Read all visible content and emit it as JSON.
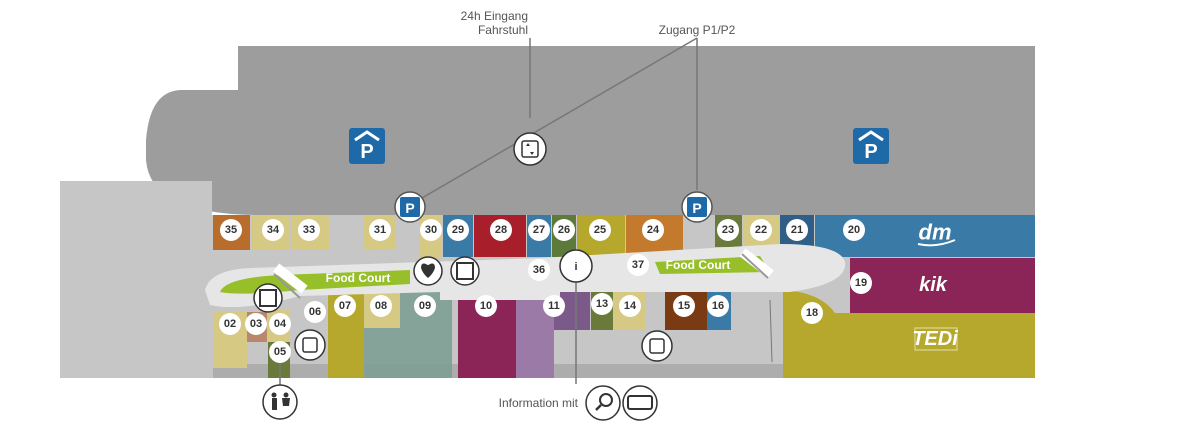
{
  "labels": {
    "entrance_line1": "24h Eingang",
    "entrance_line2": "Fahrstuhl",
    "access": "Zugang P1/P2",
    "information": "Information mit",
    "food_court_left": "Food Court",
    "food_court_right": "Food Court",
    "parking": "P",
    "info_symbol": "i"
  },
  "brands": {
    "dm": "dm",
    "kik": "kik",
    "tedi": "TEDi"
  },
  "colors": {
    "parking_area": "#9d9d9d",
    "mall_floor": "#c6c6c6",
    "walkway": "#e6e6e6",
    "parking_blue": "#1e6aa8",
    "food_court_green": "#97bf29",
    "dm_blue": "#3a7aa6",
    "kik_magenta": "#8b2457",
    "tedi_olive": "#b6a82c"
  },
  "shops": {
    "s02": "02",
    "s03": "03",
    "s04": "04",
    "s05": "05",
    "s06": "06",
    "s07": "07",
    "s08": "08",
    "s09": "09",
    "s10": "10",
    "s11": "11",
    "s13": "13",
    "s14": "14",
    "s15": "15",
    "s16": "16",
    "s18": "18",
    "s19": "19",
    "s20": "20",
    "s21": "21",
    "s22": "22",
    "s23": "23",
    "s24": "24",
    "s25": "25",
    "s26": "26",
    "s27": "27",
    "s28": "28",
    "s29": "29",
    "s30": "30",
    "s31": "31",
    "s33": "33",
    "s34": "34",
    "s35": "35",
    "s36": "36",
    "s37": "37"
  }
}
